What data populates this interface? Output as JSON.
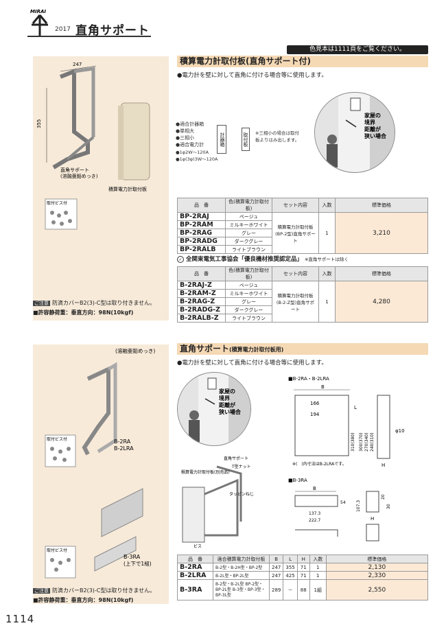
{
  "header": {
    "logo": "MIRAI",
    "year": "2017",
    "title": "直角サポート"
  },
  "ref_badge": "色見本は1111頁をご覧ください。",
  "section1": {
    "title": "積算電力計取付板(直角サポート付)",
    "bullet": "●電力計を壁に対して直角に付ける場合等に使用します。",
    "image_labels": {
      "dim_width": "247",
      "dim_height": "355",
      "bracket_label": "直角サポート",
      "bracket_sub": "(溶融亜鉛めっき)",
      "board_label": "積算電力計取付板",
      "screw_label": "取付ビス付"
    },
    "usage": {
      "l1": "●適合計器箱",
      "l2": "●単相大",
      "l3": "●三相小",
      "l4": "●適合電力計",
      "l5": "●1φ2W〜120A",
      "l6": "●1φ(3φ)3W〜120A",
      "box_a": "計器箱",
      "box_b": "取付板",
      "note": "※三相小の場合は取付板よりはみ出します。"
    },
    "scene": {
      "l1": "家屋の",
      "l2": "境界",
      "l3": "距離が",
      "l4": "狭い場合"
    },
    "table_headers": [
      "品　番",
      "色(積算電力計取付板)",
      "セット内容",
      "入数",
      "標準価格"
    ],
    "rows": [
      {
        "code": "BP-2RAJ",
        "color": "ベージュ"
      },
      {
        "code": "BP-2RAM",
        "color": "ミルキーホワイト"
      },
      {
        "code": "BP-2RAG",
        "color": "グレー"
      },
      {
        "code": "BP-2RADG",
        "color": "ダークグレー"
      },
      {
        "code": "BP-2RALB",
        "color": "ライトブラウン"
      }
    ],
    "set_content": "積算電力計取付板(BP-2型)直角サポート",
    "qty": "1",
    "price": "3,210",
    "cert_title": "全関東電気工事協会「優良機材推奨認定品」",
    "cert_note": "※直角サポートは除く",
    "rows_z": [
      {
        "code": "B-2RAJ-Z",
        "color": "ベージュ"
      },
      {
        "code": "B-2RAM-Z",
        "color": "ミルキーホワイト"
      },
      {
        "code": "B-2RAG-Z",
        "color": "グレー"
      },
      {
        "code": "B-2RADG-Z",
        "color": "ダークグレー"
      },
      {
        "code": "B-2RALB-Z",
        "color": "ライトブラウン"
      }
    ],
    "set_content_z": "積算電力計取付板(B-2-Z型)直角サポート",
    "qty_z": "1",
    "price_z": "4,280",
    "caution_tag": "ご注意",
    "caution": "防滴カバーB2(3)-C型は取り付きません。",
    "load": "■許容静荷重：垂直方向：98N(10kgf)"
  },
  "section2": {
    "title": "直角サポート",
    "title_sub": "(積算電力計取付板用)",
    "bullet": "●電力計を壁に対して直角に付ける場合等に使用します。",
    "image_labels": {
      "plating": "(溶融亜鉛めっき)",
      "screw_label1": "取付ビス付",
      "model1": "B-2RA",
      "model2": "B-2LRA",
      "screw_label2": "取付ビス付",
      "model3": "B-3RA",
      "model3_sub": "(上下で1組)"
    },
    "scene": {
      "l1": "家屋の",
      "l2": "境界",
      "l3": "距離が",
      "l4": "狭い場合"
    },
    "assembly": {
      "board": "積算電力計取付板(別売品)",
      "support": "直角サポート",
      "nut": "T型ナット",
      "screw": "タッピンねじ",
      "bis": "ビス"
    },
    "drawing1": {
      "title": "■B-2RA・B-2LRA",
      "b": "B",
      "d166": "166",
      "d194": "194",
      "l": "L",
      "d310": "310(380)",
      "d300": "300(370)",
      "d270": "270(340)",
      "d240": "240(310)",
      "hole": "φ10",
      "h": "H",
      "note": "※(　)内寸法はB-2LRAです。"
    },
    "drawing2": {
      "title": "■B-3RA",
      "b": "B",
      "d54": "54",
      "d1373": "137.3",
      "d2227": "222.7",
      "d1073": "107.3",
      "d20": "20",
      "d30": "30",
      "h": "H"
    },
    "table_headers": [
      "品　番",
      "適合積算電力計取付板",
      "B",
      "L",
      "H",
      "入数",
      "標準価格"
    ],
    "rows": [
      {
        "code": "B-2RA",
        "fit": "B-2型・B-2H型・BP-2型",
        "b": "247",
        "l": "355",
        "h": "71",
        "qty": "1",
        "price": "2,130"
      },
      {
        "code": "B-2LRA",
        "fit": "B-2L型・BP-2L型",
        "b": "247",
        "l": "425",
        "h": "71",
        "qty": "1",
        "price": "2,330"
      },
      {
        "code": "B-3RA",
        "fit": "B-2型・B-2L型 BP-2型・BP-2L型 B-3型・BP-3型・BP-3L型",
        "b": "289",
        "l": "－",
        "h": "88",
        "qty": "1組",
        "price": "2,550"
      }
    ],
    "caution_tag": "ご注意",
    "caution": "防滴カバーB2(3)-C型は取り付きません。",
    "load": "■許容静荷重：垂直方向：98N(10kgf)"
  },
  "page_number": "1114"
}
